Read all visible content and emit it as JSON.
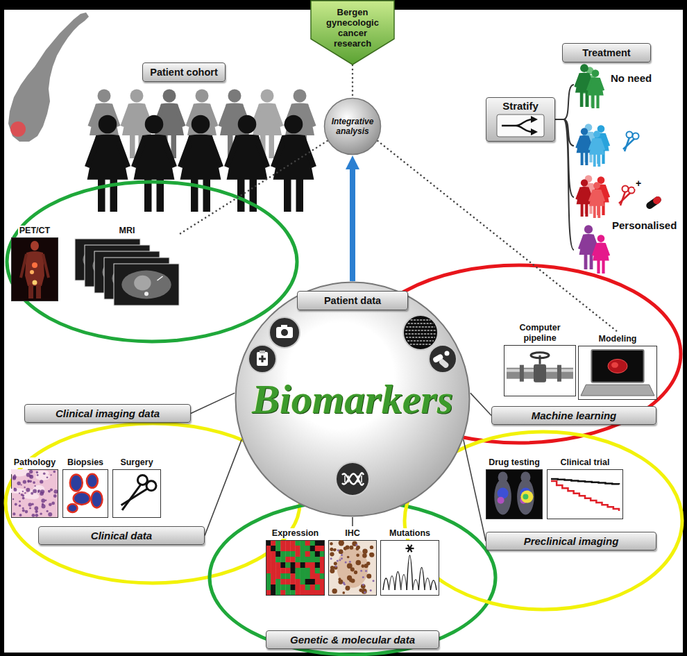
{
  "diagram": {
    "nodes": [
      {
        "text": [
          "Bergen gynecologic cancer research"
        ]
      },
      {
        "text": [
          "Treatment"
        ]
      },
      {
        "text": [
          "Patient cohort"
        ]
      },
      {
        "text": [
          "Stratify"
        ]
      },
      {
        "text": [
          "Integrative analysis"
        ]
      },
      {
        "text": [
          "Biomarkers"
        ]
      },
      {
        "text": [
          "Patient data"
        ],
        "in": 5
      },
      {
        "text": [
          "PET/CT"
        ]
      },
      {
        "text": [
          "MRI"
        ]
      },
      {
        "text": [
          "Clinical imaging data"
        ]
      },
      {
        "text": [
          "Computer pipeline"
        ]
      },
      {
        "text": [
          "Modeling"
        ]
      },
      {
        "text": [
          "Machine learning"
        ]
      },
      {
        "text": [
          "Pathology"
        ]
      },
      {
        "text": [
          "Biopsies"
        ]
      },
      {
        "text": [
          "Surgery"
        ]
      },
      {
        "text": [
          "Clinical data"
        ]
      },
      {
        "text": [
          "Drug testing"
        ]
      },
      {
        "text": [
          "Clinical trial"
        ]
      },
      {
        "text": [
          "Preclinical imaging"
        ]
      },
      {
        "text": [
          "Expression"
        ]
      },
      {
        "text": [
          "IHC"
        ]
      },
      {
        "text": [
          "Mutations"
        ]
      },
      {
        "text": [
          "Genetic & molecular data"
        ]
      }
    ],
    "edges": [
      {
        "from": 0,
        "to": 4,
        "arrow": "none"
      },
      {
        "from": 4,
        "to": 8,
        "arrow": "none"
      },
      {
        "from": 4,
        "to": 11,
        "arrow": "none"
      },
      {
        "from": 5,
        "to": 4,
        "arrow": "to"
      },
      {
        "from": 5,
        "to": 9,
        "arrow": "none"
      },
      {
        "from": 5,
        "to": 12,
        "arrow": "none"
      },
      {
        "from": 5,
        "to": 16,
        "arrow": "none"
      },
      {
        "from": 5,
        "to": 19,
        "arrow": "none"
      },
      {
        "from": 5,
        "to": 21,
        "arrow": "none"
      }
    ],
    "labels": [
      "No need",
      "+",
      "Personalised"
    ]
  }
}
